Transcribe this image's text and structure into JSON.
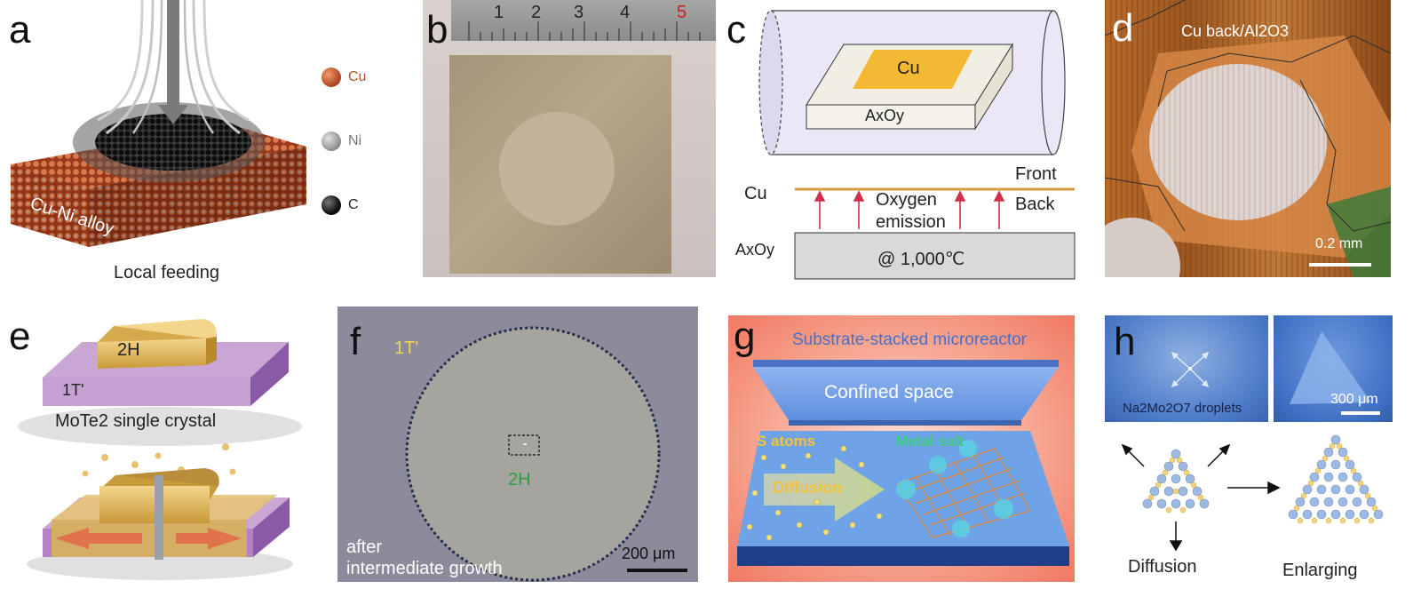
{
  "panels": {
    "a": {
      "label": "a",
      "alloy_label": "Cu-Ni alloy",
      "caption": "Local feeding",
      "legend": [
        {
          "name": "Cu",
          "color": "#b5502a"
        },
        {
          "name": "Ni",
          "color": "#9a9a9a"
        },
        {
          "name": "C",
          "color": "#111111"
        }
      ]
    },
    "b": {
      "label": "b",
      "ruler_ticks": [
        "1",
        "2",
        "3",
        "4",
        "5"
      ]
    },
    "c": {
      "label": "c",
      "cu_top": "Cu",
      "substrate_top": "AxOy",
      "cu_side": "Cu",
      "front": "Front",
      "back": "Back",
      "oxygen": "Oxygen",
      "emission": "emission",
      "substrate_side": "AxOy",
      "temperature": "@ 1,000℃"
    },
    "d": {
      "label": "d",
      "title": "Cu back/Al2O3",
      "scalebar": "0.2 mm"
    },
    "e": {
      "label": "e",
      "phase_2h": "2H",
      "phase_1t": "1T'",
      "caption": "MoTe2 single crystal"
    },
    "f": {
      "label": "f",
      "phase_1t": "1T'",
      "phase_2h": "2H",
      "note_line1": "after",
      "note_line2": "intermediate growth",
      "scalebar": "200 μm"
    },
    "g": {
      "label": "g",
      "title": "Substrate-stacked microreactor",
      "confined": "Confined space",
      "s_atoms": "S atoms",
      "metal_salt": "Metal salt",
      "diffusion": "Diffusion"
    },
    "h": {
      "label": "h",
      "droplets": "Na2Mo2O7 droplets",
      "scalebar": "300 μm",
      "diffusion": "Diffusion",
      "enlarging": "Enlarging"
    }
  },
  "colors": {
    "cu_copper": "#b5502a",
    "cu_gold": "#f3b933",
    "tube_fill": "#ebe7f7",
    "oxide_grey": "#d9d9d9",
    "arrow_red": "#d0314a",
    "mote_purple": "#8b5aa7",
    "mote_gold": "#e9c270",
    "microreactor_red": "#f0705a",
    "microreactor_blue": "#5f8fe0"
  }
}
